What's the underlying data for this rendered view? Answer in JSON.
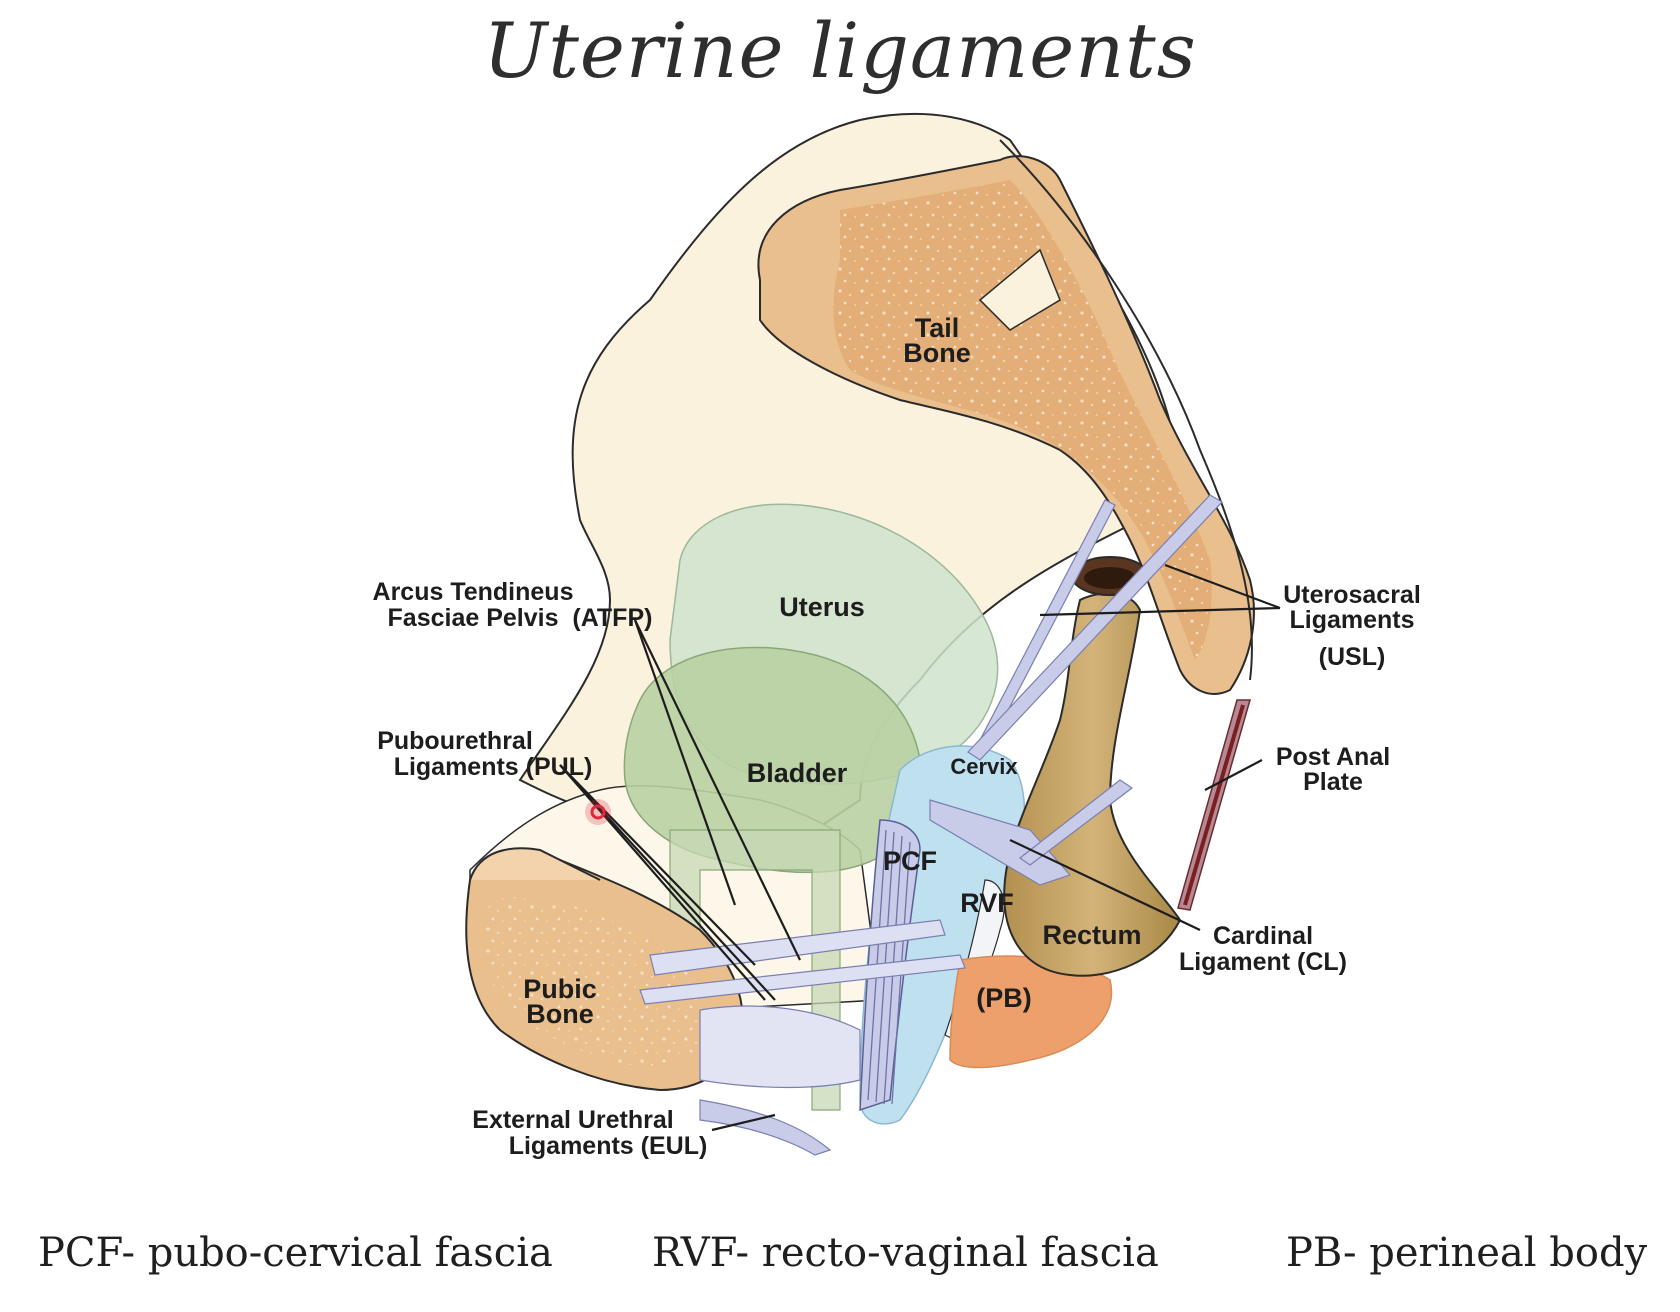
{
  "title": "Uterine ligaments",
  "organs": {
    "tail_bone": [
      "Tail",
      "Bone"
    ],
    "uterus": "Uterus",
    "bladder": "Bladder",
    "cervix": "Cervix",
    "pcf": "PCF",
    "rvf": "RVF",
    "rectum": "Rectum",
    "pb": "(PB)",
    "pubic_bone": [
      "Pubic",
      "Bone"
    ]
  },
  "ligament_labels": {
    "atfp": [
      "Arcus Tendineus",
      "Fasciae Pelvis  (ATFP)"
    ],
    "pul": [
      "Pubourethral",
      "Ligaments (PUL)"
    ],
    "eul": [
      "External Urethral",
      "Ligaments (EUL)"
    ],
    "usl": [
      "Uterosacral",
      "Ligaments",
      "(USL)"
    ],
    "post_anal": [
      "Post Anal",
      "Plate"
    ],
    "cl": [
      "Cardinal",
      "Ligament (CL)"
    ]
  },
  "legend": [
    "PCF- pubo-cervical fascia",
    "RVF- recto-vaginal fascia",
    "PB- perineal body"
  ],
  "colors": {
    "pelvis_fill": "#fbf2de",
    "bone_fill": "#e9bf8e",
    "bone_dark": "#dca472",
    "uterus_fill": "#cfe3cc",
    "bladder_fill": "#b9d0a3",
    "vagina_fill": "#bfe0ef",
    "rectum_fill": "#c3a266",
    "pb_fill": "#eda06b",
    "ligament_fill": "#d9dcf0",
    "cursor": "#e0283a"
  }
}
